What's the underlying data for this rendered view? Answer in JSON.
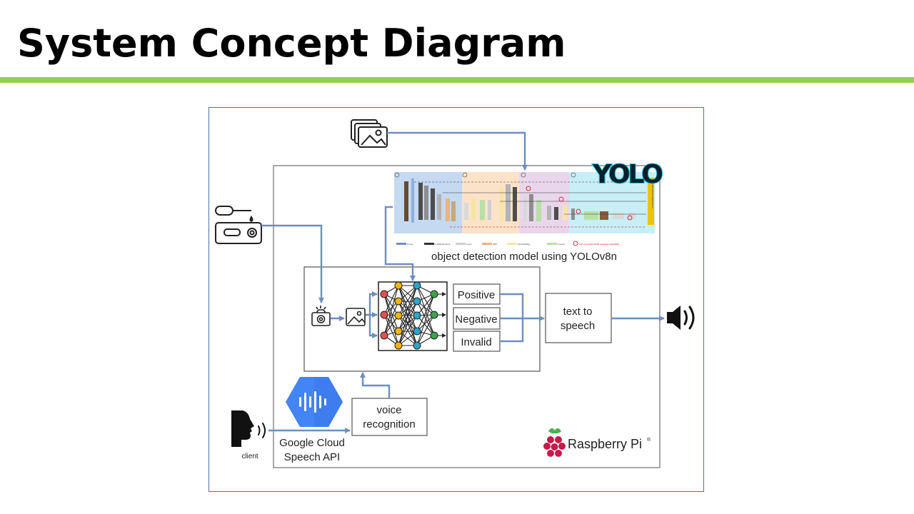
{
  "slide": {
    "title": "System Concept Diagram",
    "rule_color": "#92d050"
  },
  "diagram": {
    "arrow_color": "#6c8ebf",
    "yolo_caption": "object detection model using YOLOv8n",
    "yolo_logo_text": "YOLO",
    "yolo_side_text": "Non-Maximum Suppression",
    "yolo_legend": [
      "Focus",
      "CSPBottleneck",
      "Conv",
      "SPP",
      "Upsampling",
      "Concat",
      "Our proposed ZDST k-means algorithm"
    ],
    "results": [
      "Positive",
      "Negative",
      "Invalid"
    ],
    "tts_label_1": "text to",
    "tts_label_2": "speech",
    "voice_label_1": "voice",
    "voice_label_2": "recognition",
    "gcloud_label_1": "Google Cloud",
    "gcloud_label_2": "Speech API",
    "client_label": "client",
    "raspberry_label": "Raspberry Pi",
    "raspberry_mark": "®"
  },
  "icons": {
    "images": "image-stack-icon",
    "test_kit": "test-kit-icon",
    "camera": "camera-icon",
    "image": "image-icon",
    "neural_net": "neural-network-icon",
    "speaker": "speaker-icon",
    "client": "speaking-person-icon",
    "gcloud": "google-cloud-speech-icon",
    "raspberry": "raspberry-pi-logo"
  }
}
